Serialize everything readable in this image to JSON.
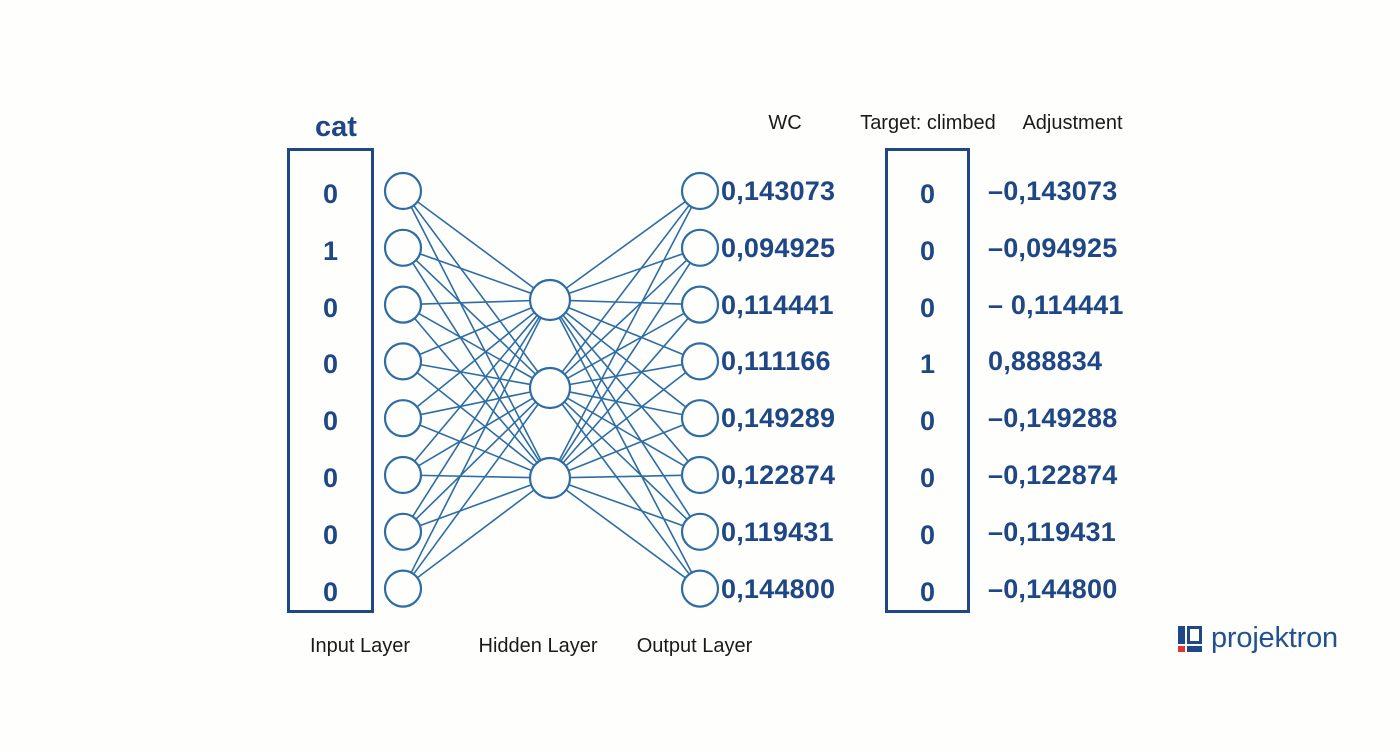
{
  "diagram": {
    "title_label": "cat",
    "headers": {
      "wc": "WC",
      "target": "Target: climbed",
      "adjustment": "Adjustment"
    },
    "layer_labels": {
      "input": "Input Layer",
      "hidden": "Hidden Layer",
      "output": "Output Layer"
    },
    "input_vector": [
      "0",
      "1",
      "0",
      "0",
      "0",
      "0",
      "0",
      "0"
    ],
    "target_vector": [
      "0",
      "0",
      "0",
      "1",
      "0",
      "0",
      "0",
      "0"
    ],
    "wc_values": [
      "0,143073",
      "0,094925",
      "0,114441",
      "0,111166",
      "0,149289",
      "0,122874",
      "0,119431",
      "0,144800"
    ],
    "adjustment_values": [
      "–0,143073",
      "–0,094925",
      "– 0,114441",
      "0,888834",
      "–0,149288",
      "–0,122874",
      "–0,119431",
      "–0,144800"
    ],
    "node_counts": {
      "input": 8,
      "hidden": 3,
      "output": 8
    },
    "colors": {
      "node_stroke": "#2e6da4",
      "edge": "#2e6da4",
      "value_text": "#1f4786",
      "header_text": "#1a1a1a",
      "box_border": "#1f4786",
      "background": "#fefefc",
      "logo_blue": "#1f4786",
      "logo_red": "#e3342f"
    },
    "logo": {
      "text": "projektron"
    }
  }
}
